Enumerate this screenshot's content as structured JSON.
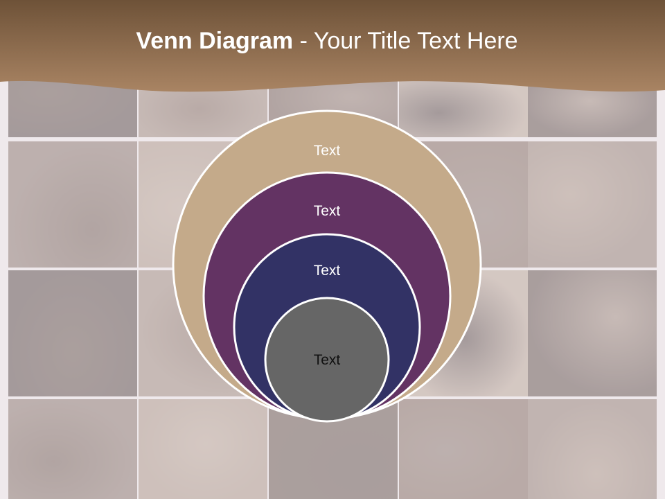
{
  "title": {
    "bold": "Venn Diagram",
    "rest": " - Your Title Text Here"
  },
  "diagram": {
    "rings": [
      {
        "label": "Text",
        "fill": "#c4aa8a",
        "text_color": "#ffffff"
      },
      {
        "label": "Text",
        "fill": "#633363",
        "text_color": "#ffffff"
      },
      {
        "label": "Text",
        "fill": "#323265",
        "text_color": "#ffffff"
      },
      {
        "label": "Text",
        "fill": "#666666",
        "text_color": "#111111"
      }
    ],
    "stroke": "#ffffff"
  },
  "colors": {
    "header_dark": "#6e5238",
    "header_light": "#a98463",
    "photo_tones": [
      "#5b4a3b",
      "#7a6350",
      "#8c7866",
      "#4d3f36",
      "#9a8672",
      "#6a5646",
      "#b7a48d",
      "#57473b",
      "#837060",
      "#a8937c"
    ]
  }
}
